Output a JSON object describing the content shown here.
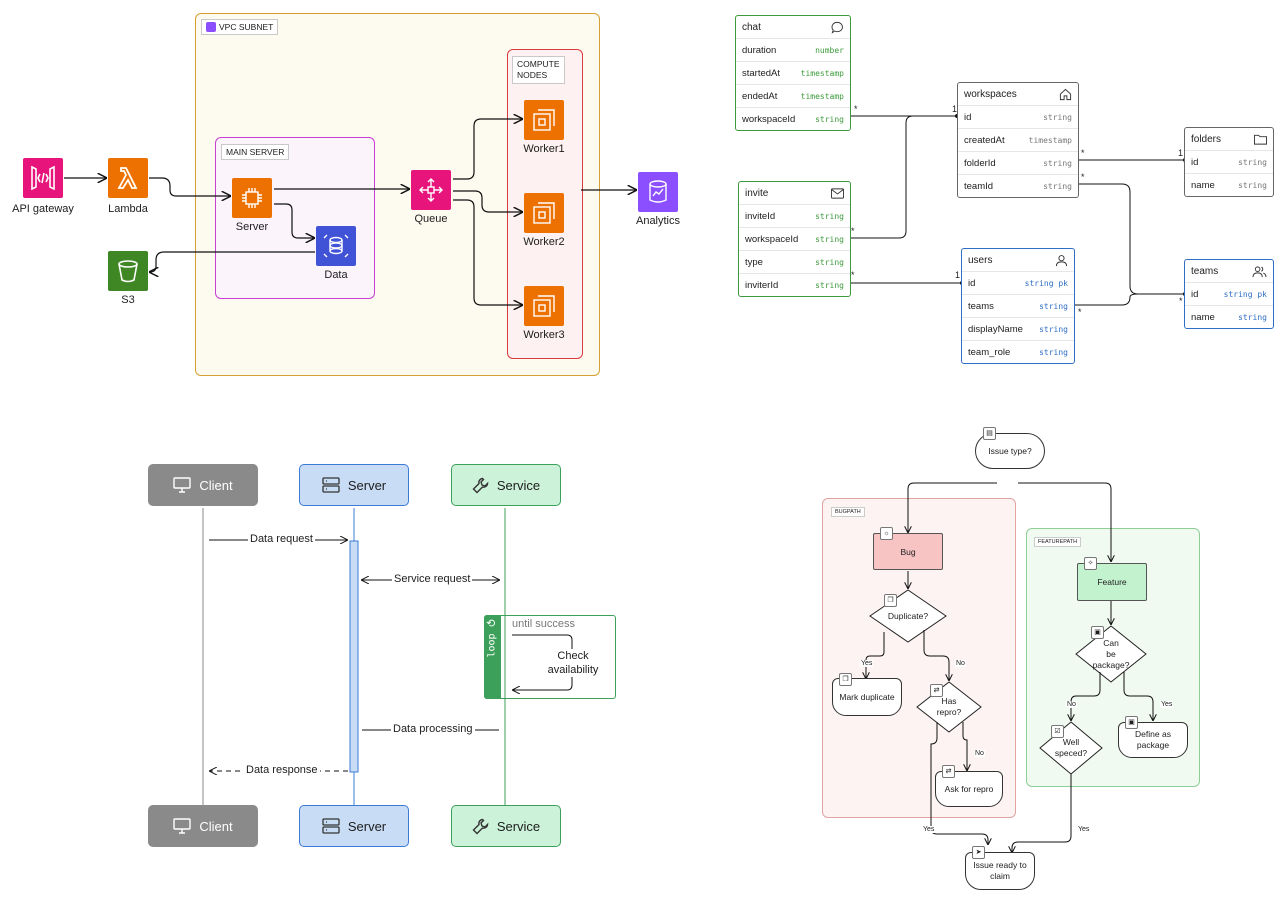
{
  "aws": {
    "vpc_label": "VPC SUBNET",
    "main_server_label": "MAIN SERVER",
    "compute_label": [
      "COMPUTE",
      "NODES"
    ],
    "nodes": {
      "api_gateway": "API gateway",
      "lambda": "Lambda",
      "server": "Server",
      "data": "Data",
      "s3": "S3",
      "queue": "Queue",
      "worker1": "Worker1",
      "worker2": "Worker2",
      "worker3": "Worker3",
      "analytics": "Analytics"
    },
    "colors": {
      "gateway": "#e7157b",
      "compute": "#ed7100",
      "database": "#4053d6",
      "storage": "#3f8624",
      "analytics": "#8c4fff"
    }
  },
  "er": {
    "tables": [
      {
        "key": "chat",
        "title": "chat",
        "icon": "chat-bubble-icon",
        "color": "#3c9a3c",
        "rows": [
          {
            "name": "duration",
            "type": "number"
          },
          {
            "name": "startedAt",
            "type": "timestamp"
          },
          {
            "name": "endedAt",
            "type": "timestamp"
          },
          {
            "name": "workspaceId",
            "type": "string"
          }
        ]
      },
      {
        "key": "invite",
        "title": "invite",
        "icon": "mail-icon",
        "color": "#3c9a3c",
        "rows": [
          {
            "name": "inviteId",
            "type": "string"
          },
          {
            "name": "workspaceId",
            "type": "string"
          },
          {
            "name": "type",
            "type": "string"
          },
          {
            "name": "inviterId",
            "type": "string"
          }
        ]
      },
      {
        "key": "workspaces",
        "title": "workspaces",
        "icon": "home-icon",
        "color": "#666666",
        "rows": [
          {
            "name": "id",
            "type": "string"
          },
          {
            "name": "createdAt",
            "type": "timestamp"
          },
          {
            "name": "folderId",
            "type": "string"
          },
          {
            "name": "teamId",
            "type": "string"
          }
        ]
      },
      {
        "key": "folders",
        "title": "folders",
        "icon": "folder-icon",
        "color": "#666666",
        "rows": [
          {
            "name": "id",
            "type": "string"
          },
          {
            "name": "name",
            "type": "string"
          }
        ]
      },
      {
        "key": "users",
        "title": "users",
        "icon": "user-icon",
        "color": "#2e6ec4",
        "rows": [
          {
            "name": "id",
            "type": "string  pk"
          },
          {
            "name": "teams",
            "type": "string"
          },
          {
            "name": "displayName",
            "type": "string"
          },
          {
            "name": "team_role",
            "type": "string"
          }
        ]
      },
      {
        "key": "teams",
        "title": "teams",
        "icon": "users-icon",
        "color": "#2e6ec4",
        "rows": [
          {
            "name": "id",
            "type": "string  pk"
          },
          {
            "name": "name",
            "type": "string"
          }
        ]
      }
    ],
    "cardinality": {
      "one": "1",
      "many": "*",
      "one_one": "1 1"
    }
  },
  "sequence": {
    "actors": {
      "client": "Client",
      "server": "Server",
      "service": "Service"
    },
    "messages": {
      "data_request": "Data request",
      "service_request": "Service request",
      "check": [
        "Check",
        "availability"
      ],
      "data_processing": "Data processing",
      "data_response": "Data response"
    },
    "loop": {
      "tag": "loop",
      "condition": "until success"
    }
  },
  "flow": {
    "bugpath_label": "BUGPATH",
    "featurepath_label": "FEATUREPATH",
    "nodes": {
      "issue_type": "Issue type?",
      "bug": "Bug",
      "duplicate": "Duplicate?",
      "mark_duplicate": "Mark duplicate",
      "has_repro": [
        "Has",
        "repro?"
      ],
      "ask_repro": "Ask for repro",
      "feature": "Feature",
      "can_package": [
        "Can",
        "be",
        "package?"
      ],
      "well_speced": [
        "Well",
        "speced?"
      ],
      "define_package": [
        "Define as",
        "package"
      ],
      "ready": [
        "Issue ready to",
        "claim"
      ]
    },
    "edges": {
      "yes": "Yes",
      "no": "No"
    }
  }
}
